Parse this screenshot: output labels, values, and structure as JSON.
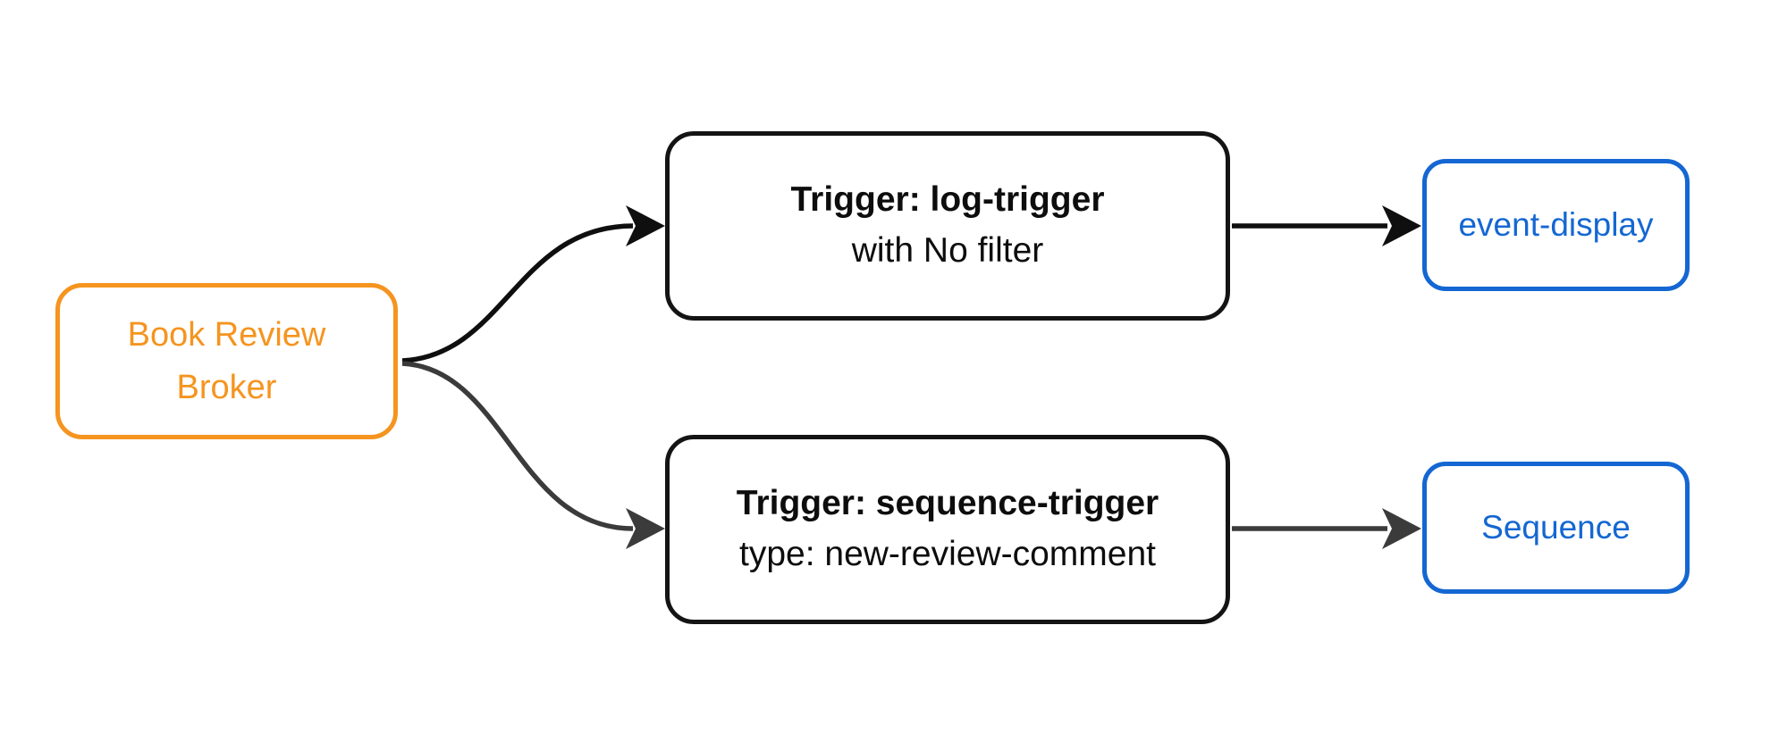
{
  "diagram": {
    "type": "flowchart",
    "background": "#ffffff",
    "colors": {
      "broker-accent": "#f5941f",
      "sink-accent": "#1467d2",
      "node-border-dark": "#141414",
      "edge-dark": "#0f0f0f",
      "edge-gray": "#3b3b3b"
    },
    "nodes": {
      "broker": {
        "label": "Book Review Broker",
        "lines": [
          "Book Review",
          "Broker"
        ]
      },
      "trigger1": {
        "title": "Trigger: log-trigger",
        "subtitle": "with No filter"
      },
      "trigger2": {
        "title": "Trigger: sequence-trigger",
        "subtitle": "type: new-review-comment"
      },
      "sink1": {
        "label": "event-display"
      },
      "sink2": {
        "label": "Sequence"
      }
    },
    "edges": [
      {
        "from": "Book Review Broker",
        "to": "Trigger: log-trigger",
        "color": "#0f0f0f",
        "style": "curved"
      },
      {
        "from": "Book Review Broker",
        "to": "Trigger: sequence-trigger",
        "color": "#3b3b3b",
        "style": "curved"
      },
      {
        "from": "Trigger: log-trigger",
        "to": "event-display",
        "color": "#0f0f0f",
        "style": "straight"
      },
      {
        "from": "Trigger: sequence-trigger",
        "to": "Sequence",
        "color": "#3b3b3b",
        "style": "straight"
      }
    ]
  }
}
